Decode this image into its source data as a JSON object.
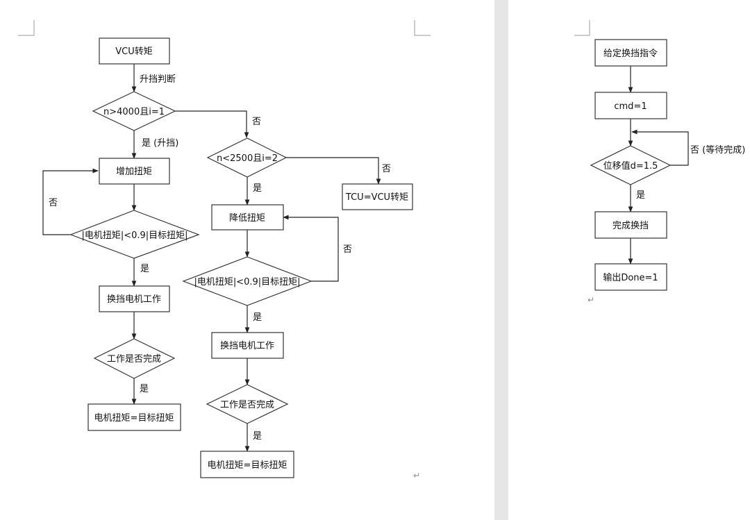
{
  "pages": [
    {
      "nodes": [
        {
          "id": "vcu-torque",
          "shape": "rect",
          "text": "VCU转矩"
        },
        {
          "id": "upshift-check",
          "shape": "diamond",
          "text": "n>4000且i=1"
        },
        {
          "id": "increase-torque",
          "shape": "rect",
          "text": "增加扭矩"
        },
        {
          "id": "motor-check-1",
          "shape": "diamond",
          "text": "|电机扭矩|<0.9|目标扭矩|"
        },
        {
          "id": "shift-motor-work-1",
          "shape": "rect",
          "text": "换挡电机工作"
        },
        {
          "id": "work-done-1",
          "shape": "diamond",
          "text": "工作是否完成"
        },
        {
          "id": "motor-eq-target-1",
          "shape": "rect",
          "text": "电机扭矩=目标扭矩"
        },
        {
          "id": "downshift-check",
          "shape": "diamond",
          "text": "n<2500且i=2"
        },
        {
          "id": "tcu-eq-vcu",
          "shape": "rect",
          "text": "TCU=VCU转矩"
        },
        {
          "id": "reduce-torque",
          "shape": "rect",
          "text": "降低扭矩"
        },
        {
          "id": "motor-check-2",
          "shape": "diamond",
          "text": "|电机扭矩|<0.9|目标扭矩|"
        },
        {
          "id": "shift-motor-work-2",
          "shape": "rect",
          "text": "换挡电机工作"
        },
        {
          "id": "work-done-2",
          "shape": "diamond",
          "text": "工作是否完成"
        },
        {
          "id": "motor-eq-target-2",
          "shape": "rect",
          "text": "电机扭矩=目标扭矩"
        }
      ],
      "edges": [
        {
          "from": "vcu-torque",
          "to": "upshift-check",
          "label": "升挡判断"
        },
        {
          "from": "upshift-check",
          "to": "increase-torque",
          "label": "是 (升挡)"
        },
        {
          "from": "upshift-check",
          "to": "downshift-check",
          "label": "否"
        },
        {
          "from": "increase-torque",
          "to": "motor-check-1",
          "label": ""
        },
        {
          "from": "motor-check-1",
          "to": "increase-torque",
          "label": "否"
        },
        {
          "from": "motor-check-1",
          "to": "shift-motor-work-1",
          "label": "是"
        },
        {
          "from": "shift-motor-work-1",
          "to": "work-done-1",
          "label": ""
        },
        {
          "from": "work-done-1",
          "to": "motor-eq-target-1",
          "label": "是"
        },
        {
          "from": "downshift-check",
          "to": "reduce-torque",
          "label": "是"
        },
        {
          "from": "downshift-check",
          "to": "tcu-eq-vcu",
          "label": "否"
        },
        {
          "from": "reduce-torque",
          "to": "motor-check-2",
          "label": ""
        },
        {
          "from": "motor-check-2",
          "to": "reduce-torque",
          "label": "否"
        },
        {
          "from": "motor-check-2",
          "to": "shift-motor-work-2",
          "label": "是"
        },
        {
          "from": "shift-motor-work-2",
          "to": "work-done-2",
          "label": ""
        },
        {
          "from": "work-done-2",
          "to": "motor-eq-target-2",
          "label": "是"
        }
      ]
    },
    {
      "nodes": [
        {
          "id": "shift-command",
          "shape": "rect",
          "text": "给定换挡指令"
        },
        {
          "id": "cmd-eq-1",
          "shape": "rect",
          "text": "cmd=1"
        },
        {
          "id": "disp-check",
          "shape": "diamond",
          "text": "位移值d=1.5"
        },
        {
          "id": "shift-complete",
          "shape": "rect",
          "text": "完成换挡"
        },
        {
          "id": "output-done",
          "shape": "rect",
          "text": "输出Done=1"
        }
      ],
      "edges": [
        {
          "from": "shift-command",
          "to": "cmd-eq-1",
          "label": ""
        },
        {
          "from": "cmd-eq-1",
          "to": "disp-check",
          "label": ""
        },
        {
          "from": "disp-check",
          "to": "disp-check",
          "label": "否 (等待完成)"
        },
        {
          "from": "disp-check",
          "to": "shift-complete",
          "label": "是"
        },
        {
          "from": "shift-complete",
          "to": "output-done",
          "label": ""
        }
      ]
    }
  ]
}
